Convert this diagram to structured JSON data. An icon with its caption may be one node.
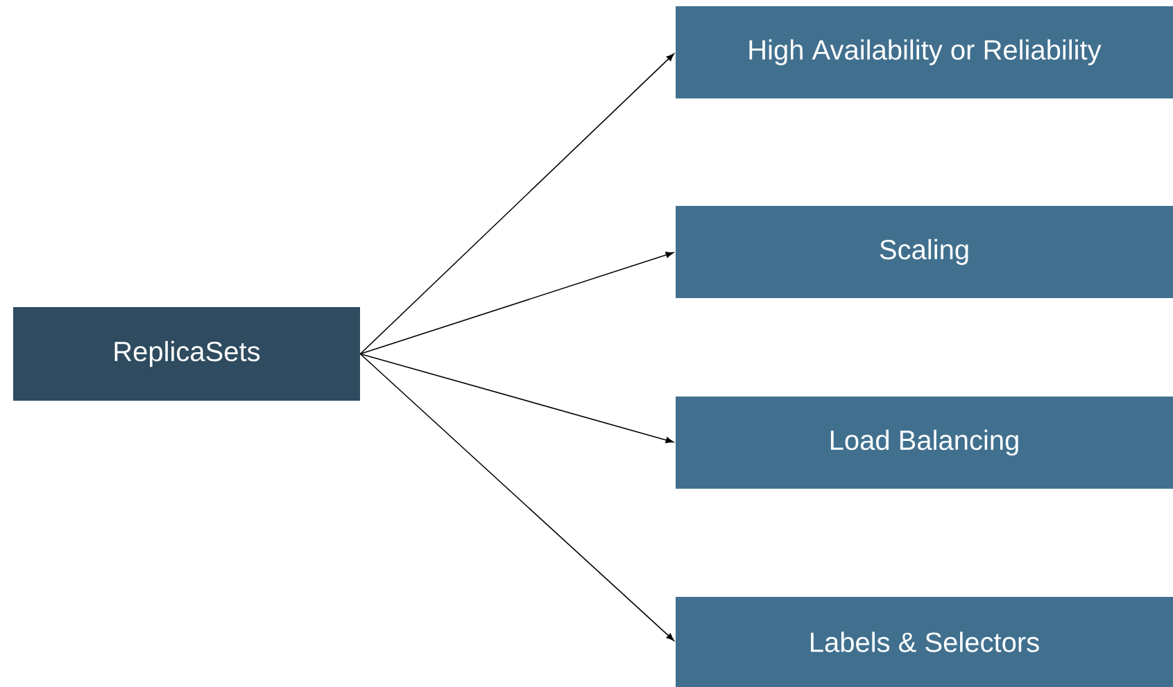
{
  "diagram": {
    "nodes": [
      {
        "text": [
          "ReplicaSets"
        ]
      },
      {
        "text": [
          "High Availability or Reliability"
        ]
      },
      {
        "text": [
          "Scaling"
        ]
      },
      {
        "text": [
          "Load Balancing"
        ]
      },
      {
        "text": [
          "Labels & Selectors"
        ]
      }
    ],
    "edges": [
      {
        "from": 0,
        "to": 1,
        "arrow": "to"
      },
      {
        "from": 0,
        "to": 2,
        "arrow": "to"
      },
      {
        "from": 0,
        "to": 3,
        "arrow": "to"
      },
      {
        "from": 0,
        "to": 4,
        "arrow": "to"
      }
    ]
  }
}
